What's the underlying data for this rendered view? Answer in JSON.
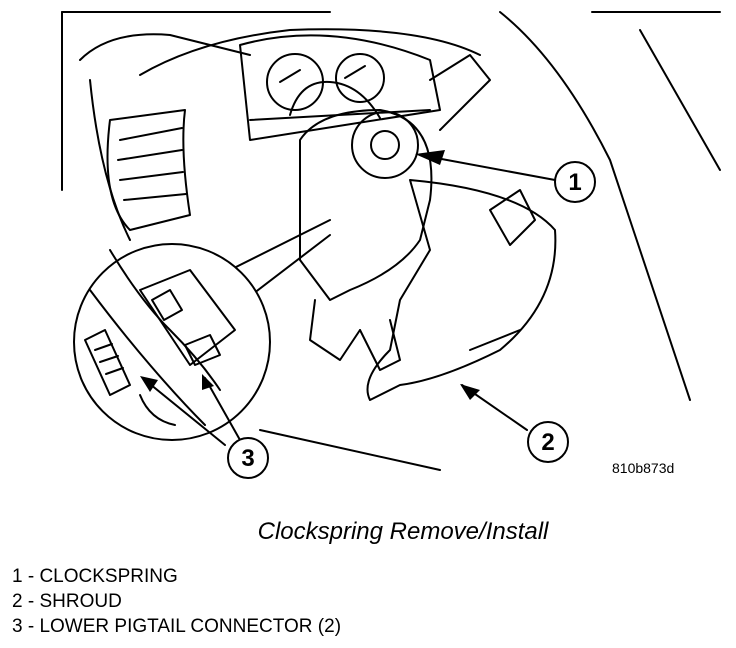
{
  "figure": {
    "id": "810b873d",
    "caption": "Clockspring Remove/Install"
  },
  "callouts": [
    {
      "number": "1"
    },
    {
      "number": "2"
    },
    {
      "number": "3"
    }
  ],
  "legend": [
    {
      "text": "1 - CLOCKSPRING"
    },
    {
      "text": "2 - SHROUD"
    },
    {
      "text": "3 - LOWER PIGTAIL CONNECTOR (2)"
    }
  ]
}
